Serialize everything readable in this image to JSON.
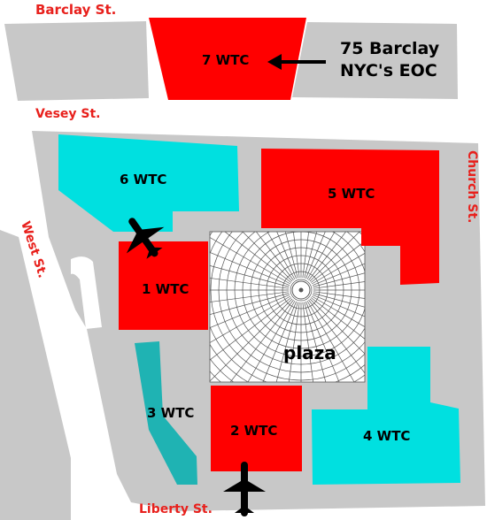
{
  "streets": {
    "barclay": "Barclay St.",
    "vesey": "Vesey St.",
    "west": "West St.",
    "church": "Church St.",
    "liberty": "Liberty St."
  },
  "buildings": {
    "wtc1": "1 WTC",
    "wtc2": "2 WTC",
    "wtc3": "3 WTC",
    "wtc4": "4 WTC",
    "wtc5": "5 WTC",
    "wtc6": "6 WTC",
    "wtc7": "7 WTC"
  },
  "plaza": "plaza",
  "annotation": {
    "line1": "75 Barclay",
    "line2": "NYC's EOC"
  },
  "colors": {
    "block": "#c8c8c8",
    "red_building": "#ff0000",
    "cyan_building": "#00e0e0",
    "teal_building": "#1fb3b3",
    "street_label": "#e8201c",
    "plaza_grid": "#555555"
  }
}
